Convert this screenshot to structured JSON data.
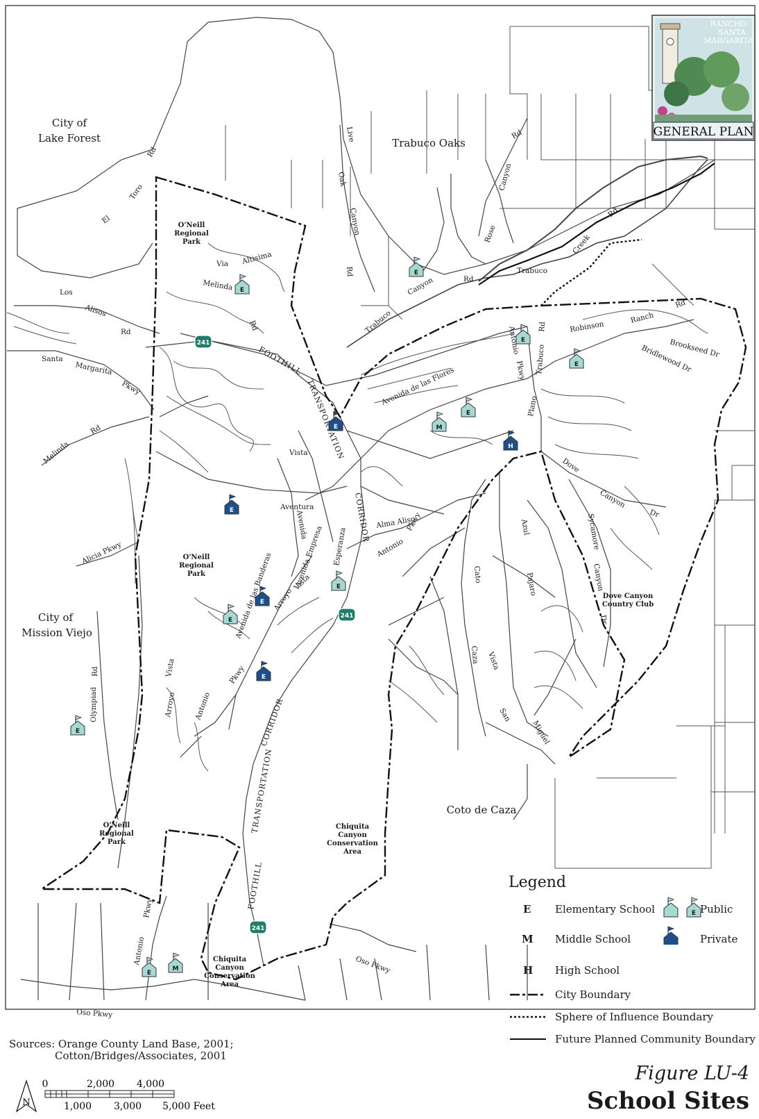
{
  "logo": {
    "line1": "RANCHO",
    "line2": "SANTA",
    "line3": "MARGARITA",
    "banner": "GENERAL PLAN"
  },
  "places": {
    "lake_forest_1": "City of",
    "lake_forest_2": "Lake Forest",
    "mission_viejo_1": "City of",
    "mission_viejo_2": "Mission Viejo",
    "trabuco_oaks": "Trabuco Oaks",
    "coto_de_caza": "Coto de Caza"
  },
  "parks": {
    "oneill_top": [
      "O'Neill",
      "Regional",
      "Park"
    ],
    "oneill_mid": [
      "O'Neill",
      "Regional",
      "Park"
    ],
    "oneill_bottom": [
      "O'Neill",
      "Regional",
      "Park"
    ],
    "chiquita_1": [
      "Chiquita",
      "Canyon",
      "Conservation",
      "Area"
    ],
    "chiquita_2": [
      "Chiquita",
      "Canyon",
      "Conservation",
      "Area"
    ],
    "dove_canyon": [
      "Dove Canyon",
      "Country Club"
    ]
  },
  "roads": {
    "el_toro_1": "El",
    "el_toro_2": "Toro",
    "el_toro_3": "Rd",
    "los_alisos_1": "Los",
    "los_alisos_2": "Alisos",
    "los_alisos_3": "Rd",
    "santa_margarita_1": "Santa",
    "santa_margarita_2": "Margarita",
    "santa_margarita_3": "Pkwy",
    "melinda_1": "Melinda",
    "melinda_2": "Rd",
    "melinda_top_1": "Melinda",
    "melinda_top_2": "Rd",
    "via_altisima_1": "Via",
    "via_altisima_2": "Altisima",
    "foothill": "FOOTHILL",
    "transportation": "TRANSPORTATION",
    "corridor": "CORRIDOR",
    "live_oak_1": "Live",
    "live_oak_2": "Oak",
    "live_oak_3": "Canyon",
    "live_oak_4": "Rd",
    "trabuco_canyon_1": "Trabuco",
    "trabuco_canyon_2": "Canyon",
    "trabuco_canyon_3": "Rd",
    "trabuco_creek_1": "Trabuco",
    "trabuco_creek_2": "Creek",
    "trabuco_creek_3": "Rd",
    "rose_canyon_1": "Rose",
    "rose_canyon_2": "Canyon",
    "rose_canyon_3": "Rd",
    "antonio_pkwy_1": "Antonio",
    "antonio_pkwy_2": "Pkwy",
    "robinson_ranch_1": "Robinson",
    "robinson_ranch_2": "Ranch",
    "robinson_ranch_3": "Rd",
    "brookseed": "Brookseed Dr",
    "bridlewood": "Bridlewood Dr",
    "plano_trabuco_1": "Plano",
    "plano_trabuco_2": "Trabuco",
    "plano_trabuco_3": "Rd",
    "dove_canyon_dr_1": "Dove",
    "dove_canyon_dr_2": "Canyon",
    "dove_canyon_dr_3": "Dr",
    "sycamore_canyon_1": "Sycamore",
    "sycamore_canyon_2": "Canyon",
    "sycamore_canyon_3": "Dr",
    "avenida_flores": "Avenida de las Flores",
    "avenida_empresa": "Avenida Empresa",
    "aventura_1": "Aventura",
    "avenida_1": "Avenida",
    "vista_del_lago": "Vista",
    "alicia_pkwy": "Alicia Pkwy",
    "olympiad_1": "Olympiad",
    "olympiad_2": "Rd",
    "avenida_banderas": "Avenida de las Banderas",
    "arroyo_vista_1": "Arroyo",
    "arroyo_vista_2": "Vista",
    "vista_2": "Vista",
    "arroyo_2": "Arroyo",
    "antonio_lower_1": "Antonio",
    "antonio_lower_2": "Pkwy",
    "antonio_bottom_1": "Antonio",
    "antonio_bottom_2": "Pkwy",
    "esperanza": "Esperanza",
    "oso_pkwy_1": "Oso Pkwy",
    "oso_pkwy_2": "Oso Pkwy",
    "alma_aliso": "Alma Aliso",
    "antonio_mid": "Antonio",
    "pkwy_mid": "Pkwy",
    "cato_1": "Cato",
    "cato_2": "Caza",
    "pajaro": "Pajaro",
    "vista_3": "Vista",
    "san": "San",
    "miguel": "Miguel",
    "azul": "Azul"
  },
  "schools": [
    {
      "code": "E",
      "type": "public"
    },
    {
      "code": "E",
      "type": "public"
    },
    {
      "code": "E",
      "type": "public"
    },
    {
      "code": "E",
      "type": "public"
    },
    {
      "code": "E",
      "type": "public"
    },
    {
      "code": "M",
      "type": "public"
    },
    {
      "code": "H",
      "type": "private"
    },
    {
      "code": "E",
      "type": "private"
    },
    {
      "code": "E",
      "type": "private"
    },
    {
      "code": "E",
      "type": "public"
    },
    {
      "code": "E",
      "type": "private"
    },
    {
      "code": "E",
      "type": "public"
    },
    {
      "code": "E",
      "type": "private"
    },
    {
      "code": "E",
      "type": "public"
    },
    {
      "code": "E",
      "type": "public"
    },
    {
      "code": "M",
      "type": "public"
    },
    {
      "code": "E",
      "type": "public"
    }
  ],
  "highway": "241",
  "legend": {
    "title": "Legend",
    "e_code": "E",
    "e_label": "Elementary School",
    "m_code": "M",
    "m_label": "Middle School",
    "h_code": "H",
    "h_label": "High School",
    "public_label": "Public",
    "private_label": "Private",
    "city_boundary": "City Boundary",
    "sphere_boundary": "Sphere of Influence Boundary",
    "future_boundary": "Future Planned Community Boundary"
  },
  "sources": {
    "line1": "Sources: Orange County Land Base, 2001;",
    "line2": "Cotton/Bridges/Associates, 2001"
  },
  "scale": {
    "top": [
      "0",
      "2,000",
      "4,000"
    ],
    "bottom": [
      "1,000",
      "3,000",
      "5,000 Feet"
    ]
  },
  "north": "N",
  "figure": {
    "number": "Figure LU-4",
    "title": "School Sites"
  },
  "colors": {
    "public": "#a8d8d4",
    "private": "#1f4f8a",
    "highway": "#1f7d6a",
    "line": "#3a3a3a"
  }
}
